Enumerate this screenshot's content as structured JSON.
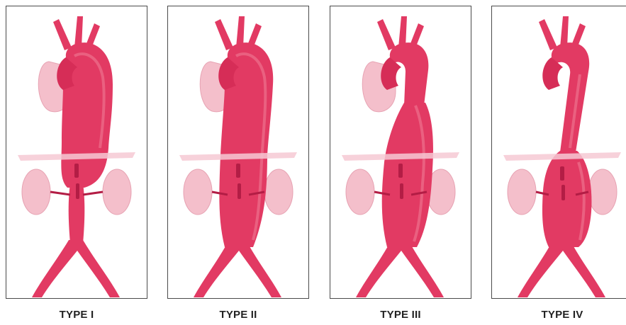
{
  "panels": [
    {
      "label": "TYPE I"
    },
    {
      "label": "TYPE II"
    },
    {
      "label": "TYPE III"
    },
    {
      "label": "TYPE IV"
    }
  ],
  "colors": {
    "aorta": "#e23a63",
    "aorta_dark": "#b31d45",
    "aorta_light": "#f07a95",
    "organ": "#f4bfcb",
    "organ_edge": "#e7a3b3",
    "diaphragm": "#f6c9d3",
    "border": "#4a4a4a"
  }
}
